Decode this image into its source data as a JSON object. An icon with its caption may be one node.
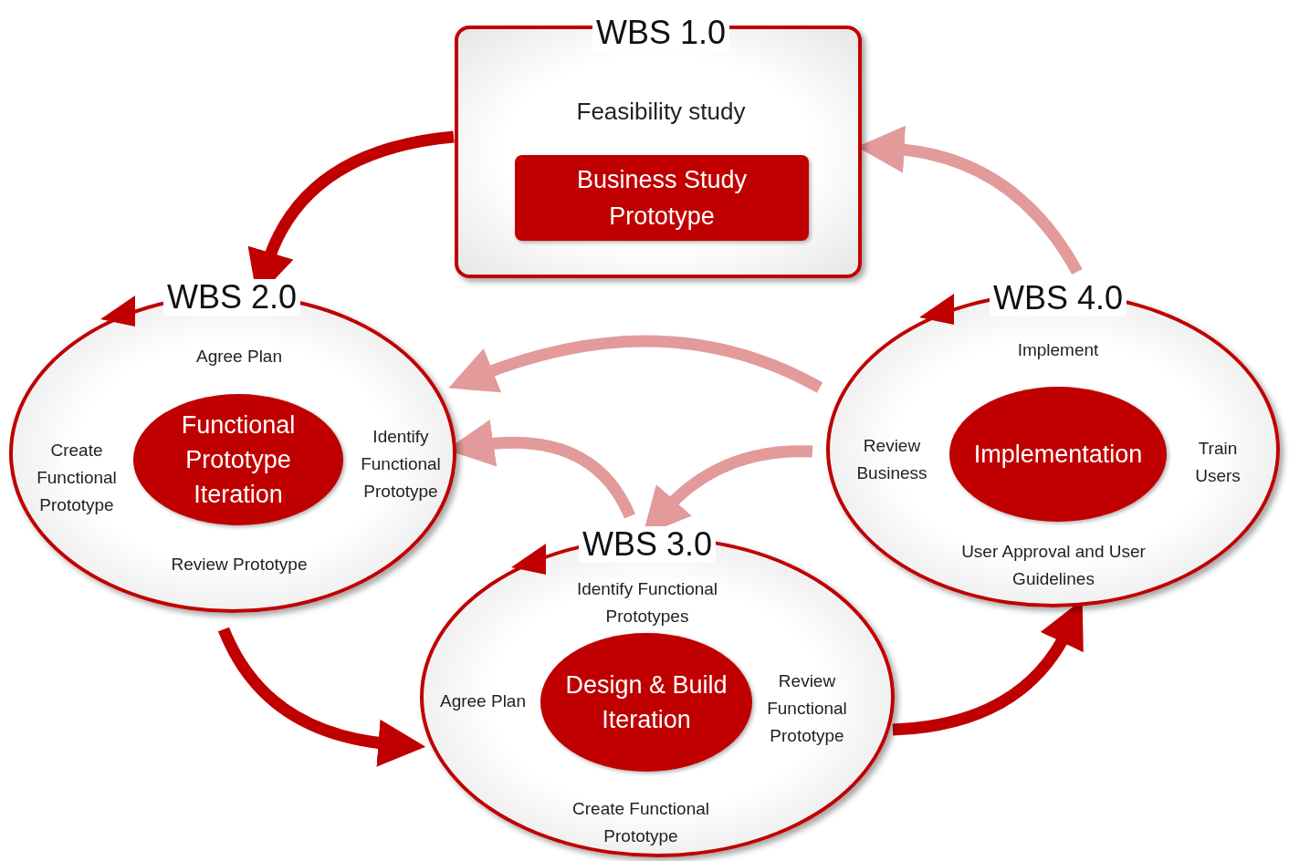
{
  "diagram": {
    "nodes": [
      {
        "text": [
          "WBS 1.0",
          "Feasibility study"
        ]
      },
      {
        "text": [
          "Business Study Prototype"
        ],
        "in": 0
      },
      {
        "text": [
          "WBS 2.0",
          "Agree Plan",
          "Identify Functional Prototype",
          "Review Prototype",
          "Create Functional Prototype"
        ]
      },
      {
        "text": [
          "Functional Prototype Iteration"
        ],
        "in": 2
      },
      {
        "text": [
          "WBS 3.0",
          "Identify Functional Prototypes",
          "Review Functional Prototype",
          "Create Functional Prototype",
          "Agree Plan"
        ]
      },
      {
        "text": [
          "Design & Build Iteration"
        ],
        "in": 4
      },
      {
        "text": [
          "WBS 4.0",
          "Implement",
          "Train Users",
          "User Approval and User Guidelines",
          "Review Business"
        ]
      },
      {
        "text": [
          "Implementation"
        ],
        "in": 6
      }
    ],
    "edges": [
      {
        "from": 0,
        "to": 2,
        "arrow": "to",
        "color": "#c00000"
      },
      {
        "from": 2,
        "to": 4,
        "arrow": "to",
        "color": "#c00000"
      },
      {
        "from": 4,
        "to": 6,
        "arrow": "to",
        "color": "#c00000"
      },
      {
        "from": 6,
        "to": 0,
        "arrow": "to"
      },
      {
        "from": 6,
        "to": 2,
        "arrow": "to"
      },
      {
        "from": 6,
        "to": 4,
        "arrow": "to"
      },
      {
        "from": 4,
        "to": 2,
        "arrow": "to"
      }
    ]
  }
}
